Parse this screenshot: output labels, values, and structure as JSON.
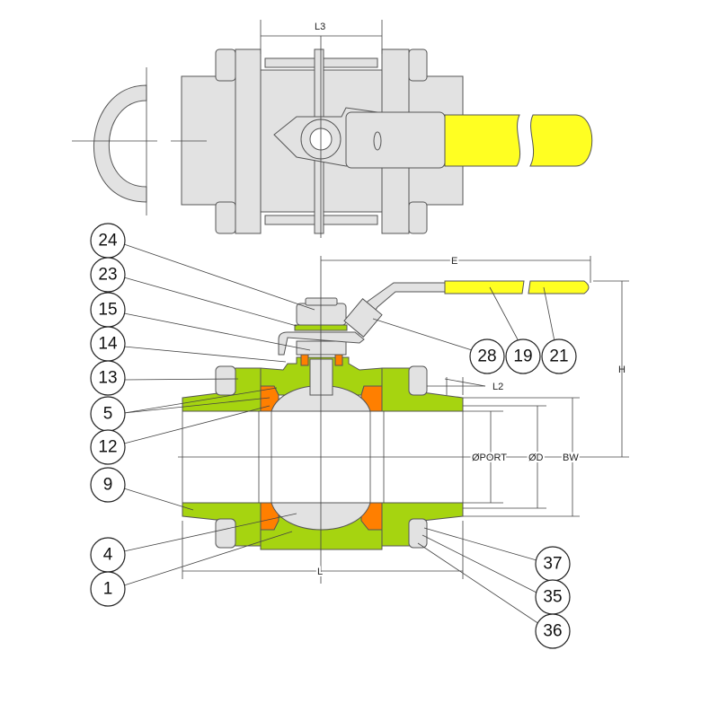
{
  "colors": {
    "body": "#a6d410",
    "seat": "#ff7f00",
    "handle_grip": "#ffff22",
    "metal": "#e2e2e2"
  },
  "dimensions": {
    "L3": "L3",
    "E": "E",
    "L2": "L2",
    "H": "H",
    "PORT": "ØPORT",
    "D": "ØD",
    "BW": "BW",
    "L": "L"
  },
  "callouts_left": [
    "24",
    "23",
    "15",
    "14",
    "13",
    "5",
    "12",
    "9",
    "4",
    "1"
  ],
  "callouts_right": [
    "28",
    "19",
    "21",
    "37",
    "35",
    "36"
  ]
}
